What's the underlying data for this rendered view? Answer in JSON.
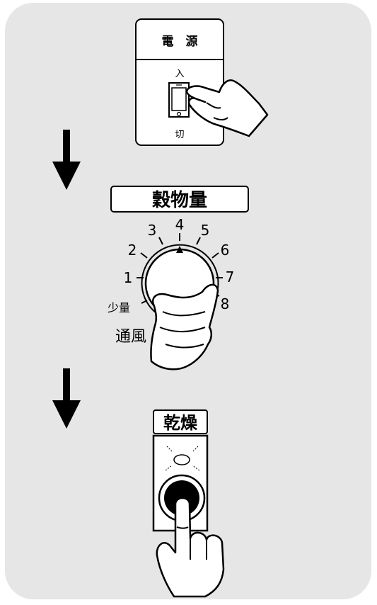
{
  "power_switch": {
    "title": "電　源",
    "on_label": "入",
    "off_label": "切"
  },
  "grain_dial": {
    "title": "穀物量",
    "scale": [
      "1",
      "2",
      "3",
      "4",
      "5",
      "6",
      "7",
      "8"
    ],
    "low_label": "少量",
    "vent_label": "通風"
  },
  "dry_button": {
    "title": "乾燥"
  }
}
